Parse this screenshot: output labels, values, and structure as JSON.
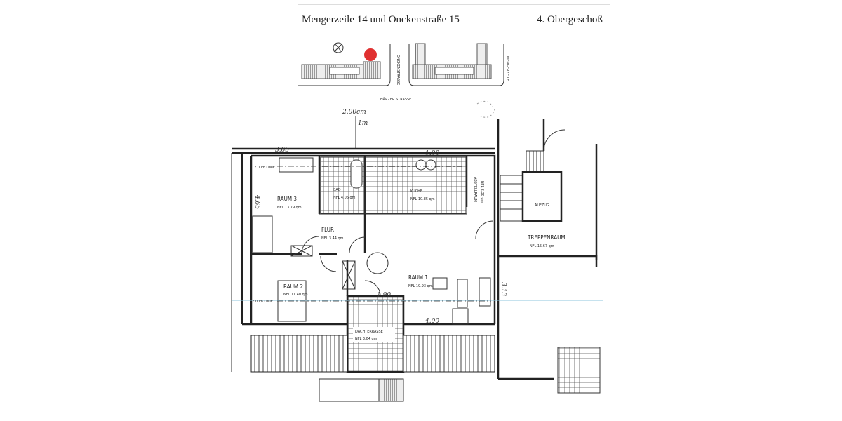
{
  "header": {
    "address": "Mengerzeile 14 und Onckenstraße 15",
    "floor": "4. Obergeschoß"
  },
  "site_plan": {
    "street": "HÄRZER STRASSE",
    "side_street_left": "ONCKENSTRASSE",
    "side_street_right": "MENGERZEILE",
    "marker_color": "#e03030"
  },
  "annotations": {
    "hand_height": "2.00cm",
    "hand_scale": "1m",
    "dim_top_left": "3.65",
    "dim_top_right": "1.90",
    "dim_left": "4.65",
    "line_top": "2.00m LINIE",
    "line_bottom": "2.00m LINIE",
    "dim_terrace": "1.90",
    "dim_bottom": "4.00",
    "dim_right": "3.13",
    "guide_line_color": "#8cc4dc"
  },
  "rooms": {
    "raum3": {
      "name": "RAUM 3",
      "area": "NFL 13.79 qm"
    },
    "bad": {
      "name": "BAD",
      "area": "NFL 4.06 qm"
    },
    "kueche": {
      "name": "KÜCHE",
      "area": "NFL 10.85 qm"
    },
    "abstellraum": {
      "name": "ABSTELLRAUM",
      "area": "NFL 2.38 qm"
    },
    "flur": {
      "name": "FLUR",
      "area": "NFL 3.44 qm"
    },
    "raum2": {
      "name": "RAUM 2",
      "area": "NFL 11.40 qm"
    },
    "raum1": {
      "name": "RAUM 1",
      "area": "NFL 19.93 qm"
    },
    "dachterrasse": {
      "name": "DACHTERRASSE",
      "area": "NFL 3.04 qm"
    },
    "treppenraum": {
      "name": "TREPPENRAUM",
      "area": "NFL 15.67 qm"
    },
    "aufzug": {
      "name": "AUFZUG"
    }
  }
}
